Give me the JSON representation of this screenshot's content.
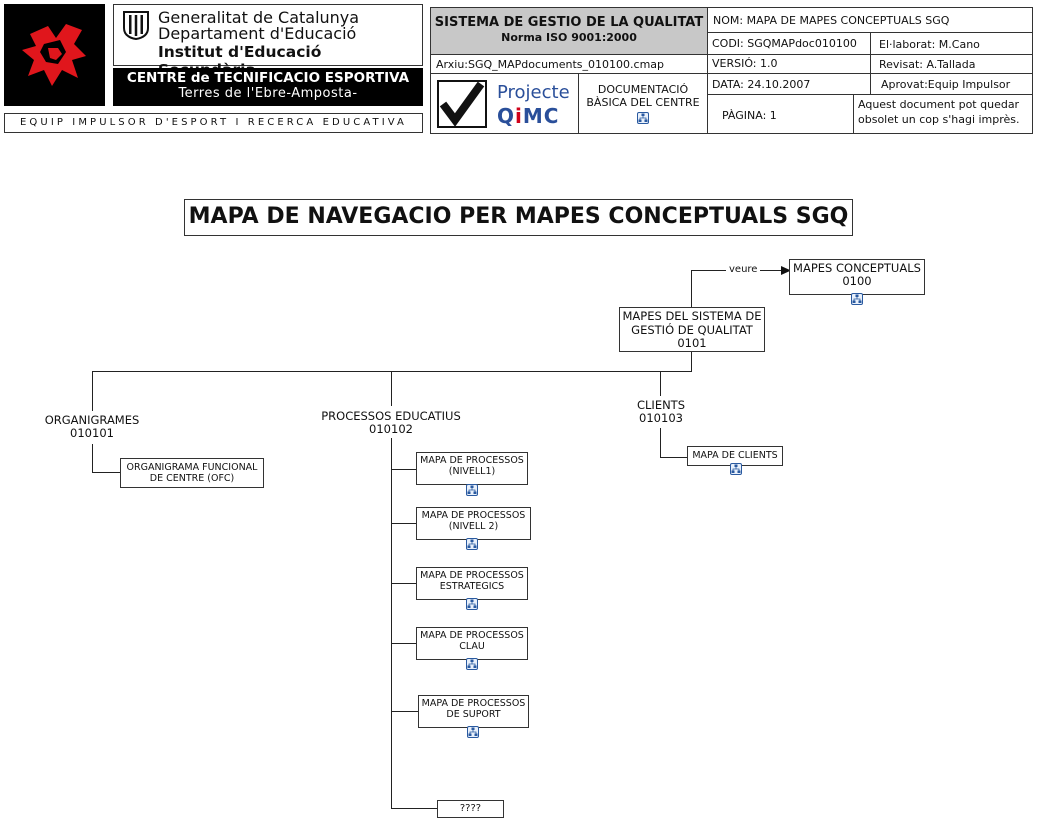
{
  "logo": {
    "catalan_lines": [
      "Generalitat de Catalunya",
      "Departament d'Educació"
    ],
    "institut": "Institut d'Educació Secundària",
    "centre_title": "CENTRE de TECNIFICACIO ESPORTIVA",
    "centre_sub": "Terres de l'Ebre-Amposta-",
    "equip": "EQUIP IMPULSOR D'ESPORT I RECERCA EDUCATIVA"
  },
  "header": {
    "system_title": "SISTEMA DE GESTIO DE LA QUALITAT",
    "norma": "Norma ISO 9001:2000",
    "arxiu": "Arxiu:SGQ_MAPdocuments_010100.cmap",
    "projecte_line1": "Projecte",
    "projecte_line2_q": "Q",
    "projecte_line2_i": "i",
    "projecte_line2_mc": "MC",
    "doc_line1": "DOCUMENTACIÓ",
    "doc_line2": "BÀSICA DEL CENTRE",
    "nom": "NOM: MAPA DE MAPES CONCEPTUALS SGQ",
    "codi": "CODI: SGQMAPdoc010100",
    "elaborat": "El·laborat: M.Cano",
    "versio": "VERSIÓ: 1.0",
    "revisat": "Revisat: A.Tallada",
    "data": "DATA: 24.10.2007",
    "aprovat": "Aprovat:Equip Impulsor",
    "pagina": "PÀGINA: 1",
    "obsolet_line1": "Aquest document pot quedar",
    "obsolet_line2": "obsolet un cop s'hagi imprès."
  },
  "diagram": {
    "title": "MAPA DE NAVEGACIO PER MAPES CONCEPTUALS SGQ",
    "root": {
      "line1": "MAPES DEL SISTEMA DE",
      "line2": "GESTIÓ DE QUALITAT",
      "code": "0101"
    },
    "link_label": "veure",
    "mapes_conceptuals": {
      "name": "MAPES CONCEPTUALS",
      "code": "0100"
    },
    "organigrames": {
      "name": "ORGANIGRAMES",
      "code": "010101"
    },
    "processos": {
      "name": "PROCESSOS EDUCATIUS",
      "code": "010102"
    },
    "clients": {
      "name": "CLIENTS",
      "code": "010103"
    },
    "organigrama_funcional": {
      "line1": "ORGANIGRAMA FUNCIONAL",
      "line2": "DE CENTRE (OFC)"
    },
    "mapa_clients": "MAPA DE CLIENTS",
    "process_children": [
      {
        "line1": "MAPA DE PROCESSOS",
        "line2": "(NIVELL1)"
      },
      {
        "line1": "MAPA DE PROCESSOS",
        "line2": "(NIVELL 2)"
      },
      {
        "line1": "MAPA DE PROCESSOS",
        "line2": "ESTRATEGICS"
      },
      {
        "line1": "MAPA DE PROCESSOS",
        "line2": "CLAU"
      },
      {
        "line1": "MAPA DE PROCESSOS",
        "line2": "DE SUPORT"
      }
    ],
    "unknown": "????"
  },
  "icon_names": {
    "logo": "star-logo-icon",
    "shield": "catalan-shield-icon",
    "check": "checkmark-icon",
    "map": "concept-map-icon"
  },
  "colors": {
    "logo_bg": "#000000",
    "logo_red": "#e0161c",
    "header_gray": "#c8c8c8",
    "qimc_blue": "#2a4f9a",
    "qimc_red": "#d0021b",
    "icon_blue": "#2a5aa0"
  }
}
